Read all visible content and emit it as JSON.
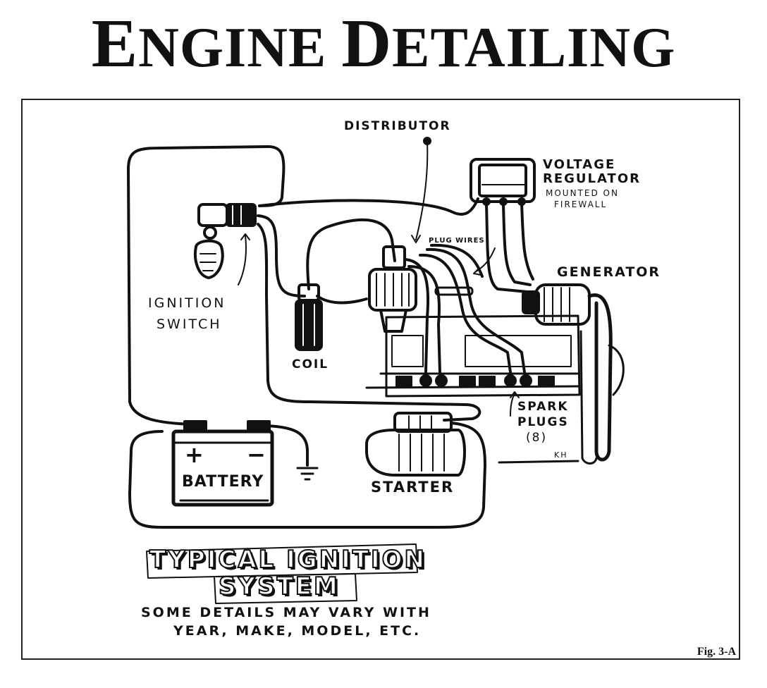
{
  "title": {
    "first_initial": "E",
    "first_rest": "NGINE",
    "second_initial": "D",
    "second_rest": "ETAILING"
  },
  "labels": {
    "distributor": "DISTRIBUTOR",
    "voltage_regulator_line1": "VOLTAGE",
    "voltage_regulator_line2": "REGULATOR",
    "voltage_note_line1": "MOUNTED ON",
    "voltage_note_line2": "FIREWALL",
    "plug_wires": "PLUG WIRES",
    "generator": "GENERATOR",
    "ignition_line1": "IGNITION",
    "ignition_line2": "SWITCH",
    "coil": "COIL",
    "spark_line1": "SPARK",
    "spark_line2": "PLUGS",
    "spark_line3": "(8)",
    "initials": "KH",
    "battery": "BATTERY",
    "plus": "+",
    "minus": "−",
    "starter": "STARTER"
  },
  "caption": {
    "line1": "TYPICAL IGNITION",
    "line2": "SYSTEM",
    "note_line1": "SOME DETAILS MAY VARY WITH",
    "note_line2": "YEAR, MAKE, MODEL, ETC."
  },
  "figure_label": "Fig. 3-A",
  "colors": {
    "ink": "#111111",
    "paper": "#ffffff"
  }
}
